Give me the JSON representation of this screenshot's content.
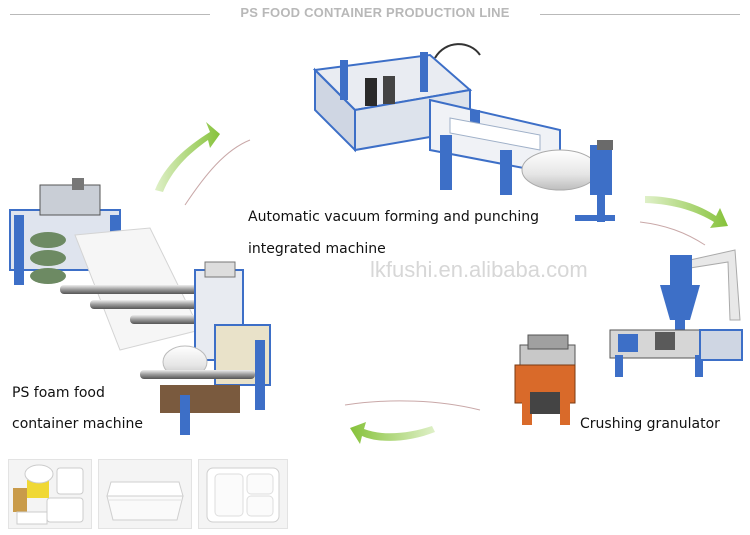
{
  "header": {
    "title": "PS FOOD CONTAINER PRODUCTION LINE"
  },
  "labels": {
    "vacuum_line1": "Automatic vacuum forming and punching",
    "vacuum_line2": "integrated machine",
    "foam_line1": "PS foam food",
    "foam_line2": "container machine",
    "crusher": "Crushing granulator"
  },
  "watermark": "lkfushi.en.alibaba.com",
  "colors": {
    "machine_blue": "#3d6fc7",
    "arrow_green": "#8fc640",
    "title_gray": "#b8b8b8"
  },
  "icons": [
    "cycle-arrow-icon"
  ]
}
